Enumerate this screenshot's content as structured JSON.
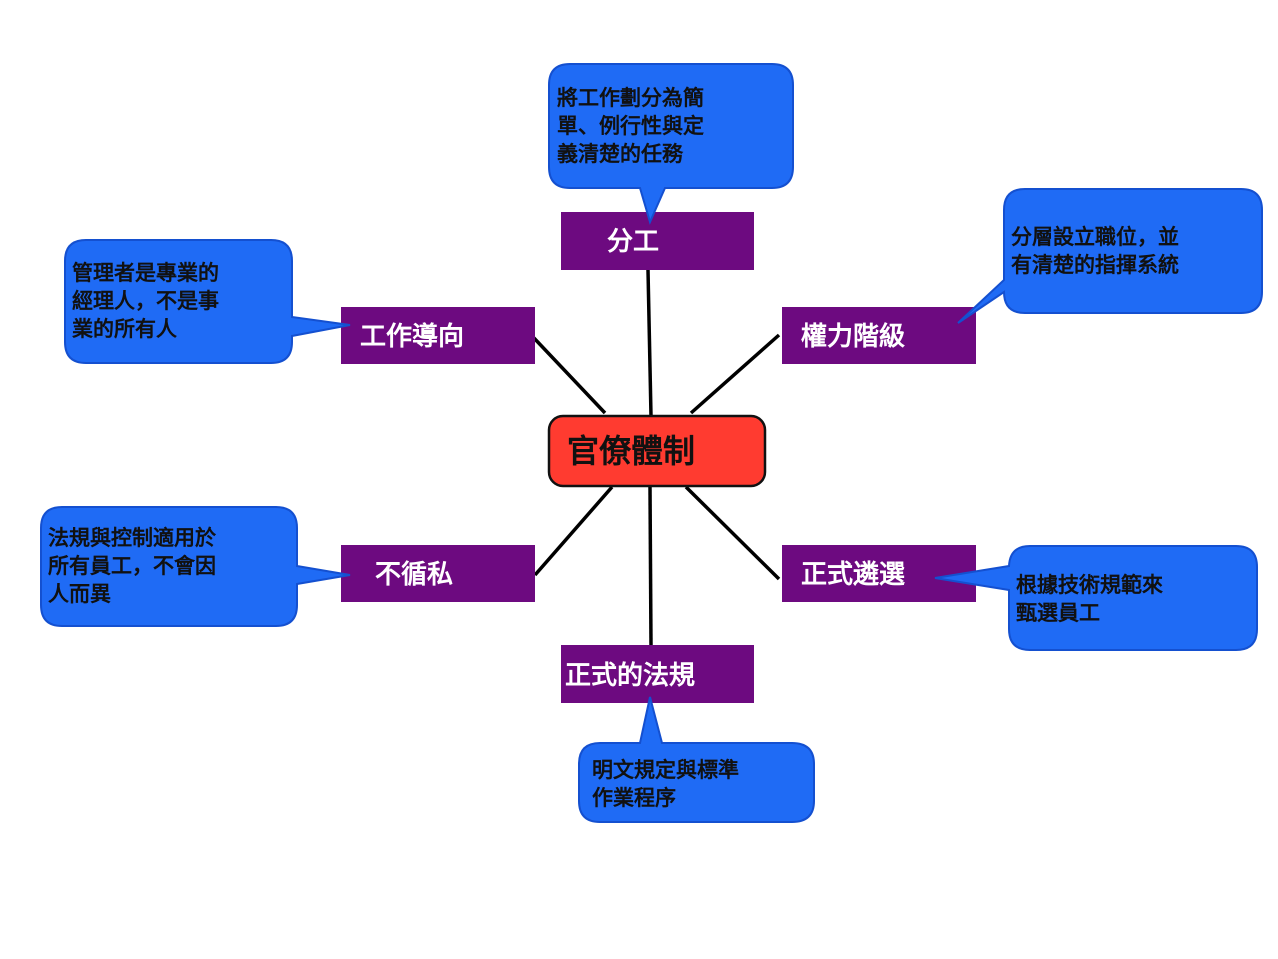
{
  "colors": {
    "center_fill": "#ff3b30",
    "node_fill": "#6d0a80",
    "bubble_fill": "#1f6bf5",
    "bubble_stroke": "#1450d0",
    "connector": "#000000"
  },
  "center": {
    "label": "官僚體制"
  },
  "nodes": [
    {
      "id": "division-of-labor",
      "label": "分工",
      "description": [
        "將工作劃分為簡",
        "單、例行性與定",
        "義清楚的任務"
      ]
    },
    {
      "id": "hierarchy",
      "label": "權力階級",
      "description": [
        "分層設立職位，並",
        "有清楚的指揮系統"
      ]
    },
    {
      "id": "formal-selection",
      "label": "正式遴選",
      "description": [
        "根據技術規範來",
        "甄選員工"
      ]
    },
    {
      "id": "formal-rules",
      "label": "正式的法規",
      "description": [
        "明文規定與標準",
        "作業程序"
      ]
    },
    {
      "id": "impersonality",
      "label": "不循私",
      "description": [
        "法規與控制適用於",
        "所有員工，不會因",
        "人而異"
      ]
    },
    {
      "id": "career-orientation",
      "label": "工作導向",
      "description": [
        "管理者是專業的",
        "經理人，不是事",
        "業的所有人"
      ]
    }
  ]
}
